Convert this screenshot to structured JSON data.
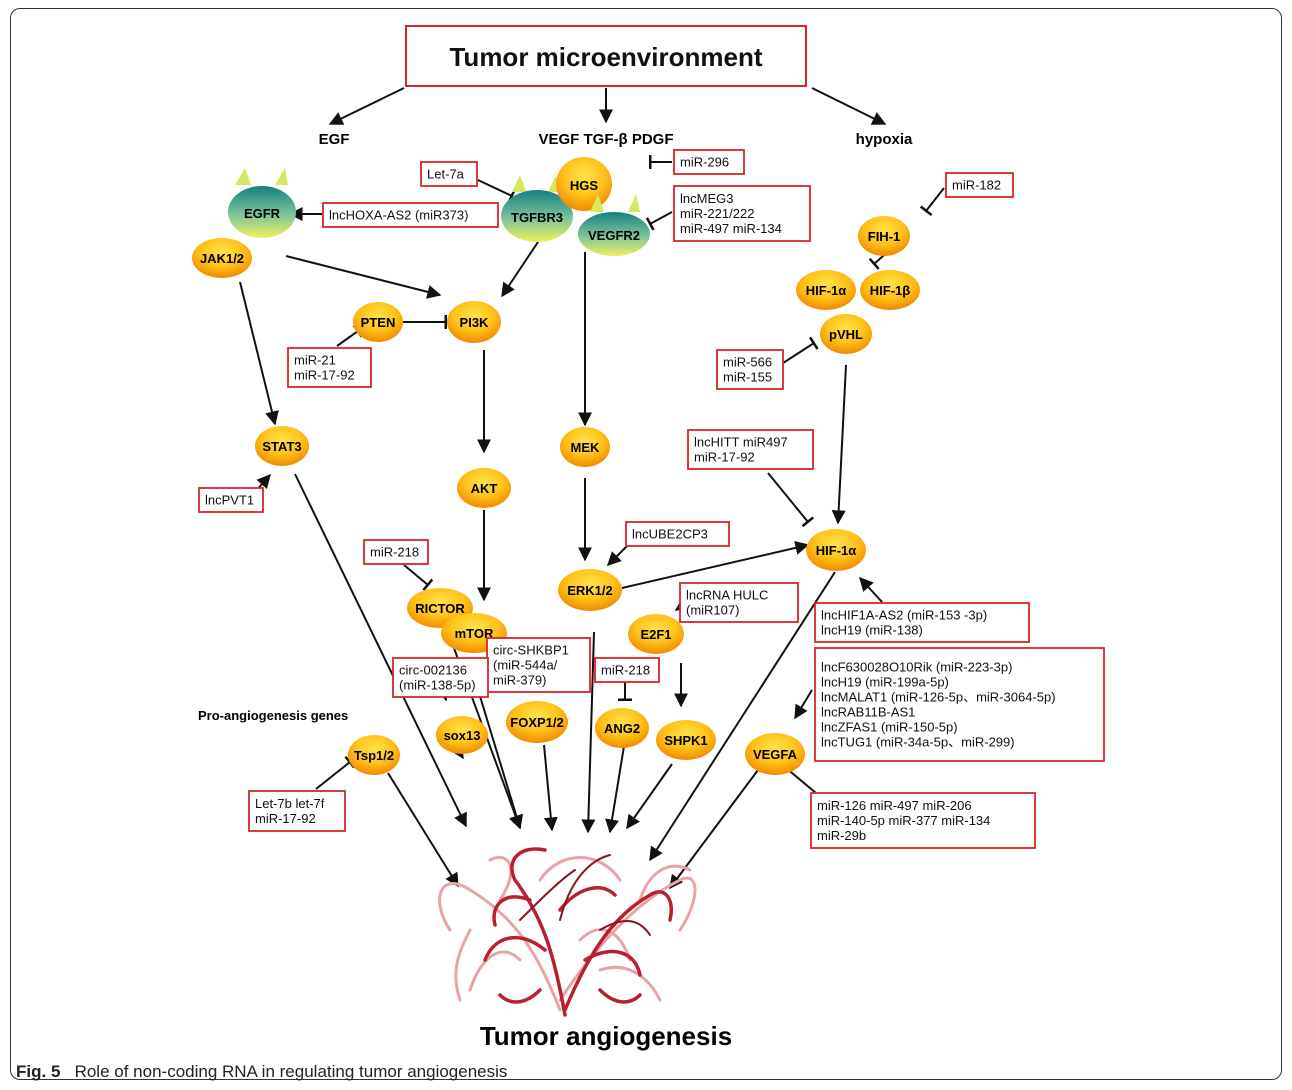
{
  "title": "Tumor microenvironment",
  "bottom_title": "Tumor angiogenesis",
  "inputs": {
    "egf": "EGF",
    "growth_factors": "VEGF TGF-β PDGF",
    "hypoxia": "hypoxia"
  },
  "section_label": "Pro-angiogenesis genes",
  "nodes": {
    "egfr": "EGFR",
    "tgfbr3": "TGFBR3",
    "hgs": "HGS",
    "vegfr2": "VEGFR2",
    "jak12": "JAK1/2",
    "pi3k": "PI3K",
    "pten": "PTEN",
    "stat3": "STAT3",
    "akt": "AKT",
    "mek": "MEK",
    "erk12": "ERK1/2",
    "rictor": "RICTOR",
    "mtor": "mTOR",
    "e2f1": "E2F1",
    "fih1": "FIH-1",
    "hif1a_top": "HIF-1α",
    "hif1b": "HIF-1β",
    "pvhl": "pVHL",
    "hif1a": "HIF-1α",
    "sox13": "sox13",
    "foxp12": "FOXP1/2",
    "ang2": "ANG2",
    "shpk1": "SHPK1",
    "tsp12": "Tsp1/2",
    "vegfa": "VEGFA"
  },
  "regulators": {
    "let7a": [
      "Let-7a"
    ],
    "mir296": [
      "miR-296"
    ],
    "lnchoxa": [
      "lncHOXA-AS2 (miR373)"
    ],
    "lncmeg3": [
      "lncMEG3",
      "miR-221/222",
      "miR-497 miR-134"
    ],
    "mir182": [
      "miR-182"
    ],
    "mir21": [
      "miR-21",
      "miR-17-92"
    ],
    "mir566": [
      "miR-566",
      "miR-155"
    ],
    "lncpvt1": [
      "lncPVT1"
    ],
    "lnchitt": [
      "lncHITT miR497",
      "miR-17-92"
    ],
    "lncube2cp3": [
      "lncUBE2CP3"
    ],
    "mir218a": [
      "miR-218"
    ],
    "lncrnahulc": [
      "lncRNA HULC",
      "(miR107)"
    ],
    "lnchif1a": [
      "lncHIF1A-AS2 (miR-153 -3p)",
      "lncH19 (miR-138)"
    ],
    "circshkbp1": [
      "circ-SHKBP1",
      "(miR-544a/",
      "miR-379)"
    ],
    "circ002136": [
      "circ-002136",
      "(miR-138-5p)"
    ],
    "mir218b": [
      "miR-218"
    ],
    "lncf630": [
      "lncF630028O10Rik (miR-223-3p)",
      "lncH19 (miR-199a-5p)",
      "lncMALAT1 (miR-126-5p、miR-3064-5p)",
      "lncRAB11B-AS1",
      "lncZFAS1 (miR-150-5p)",
      "lncTUG1 (miR-34a-5p、miR-299)"
    ],
    "let7b": [
      "Let-7b let-7f",
      "miR-17-92"
    ],
    "mir126": [
      "miR-126 miR-497 miR-206",
      "miR-140-5p miR-377 miR-134",
      "miR-29b"
    ]
  },
  "caption": {
    "label": "Fig. 5",
    "text": "Role of non-coding RNA in regulating tumor angiogenesis"
  },
  "colors": {
    "box_border": "#d62728",
    "node_fill_top": "#ffd21a",
    "node_fill_bottom": "#f08a00",
    "receptor_top": "#1a8a8a",
    "receptor_bottom": "#e8f060",
    "vessel": "#b8202e"
  }
}
